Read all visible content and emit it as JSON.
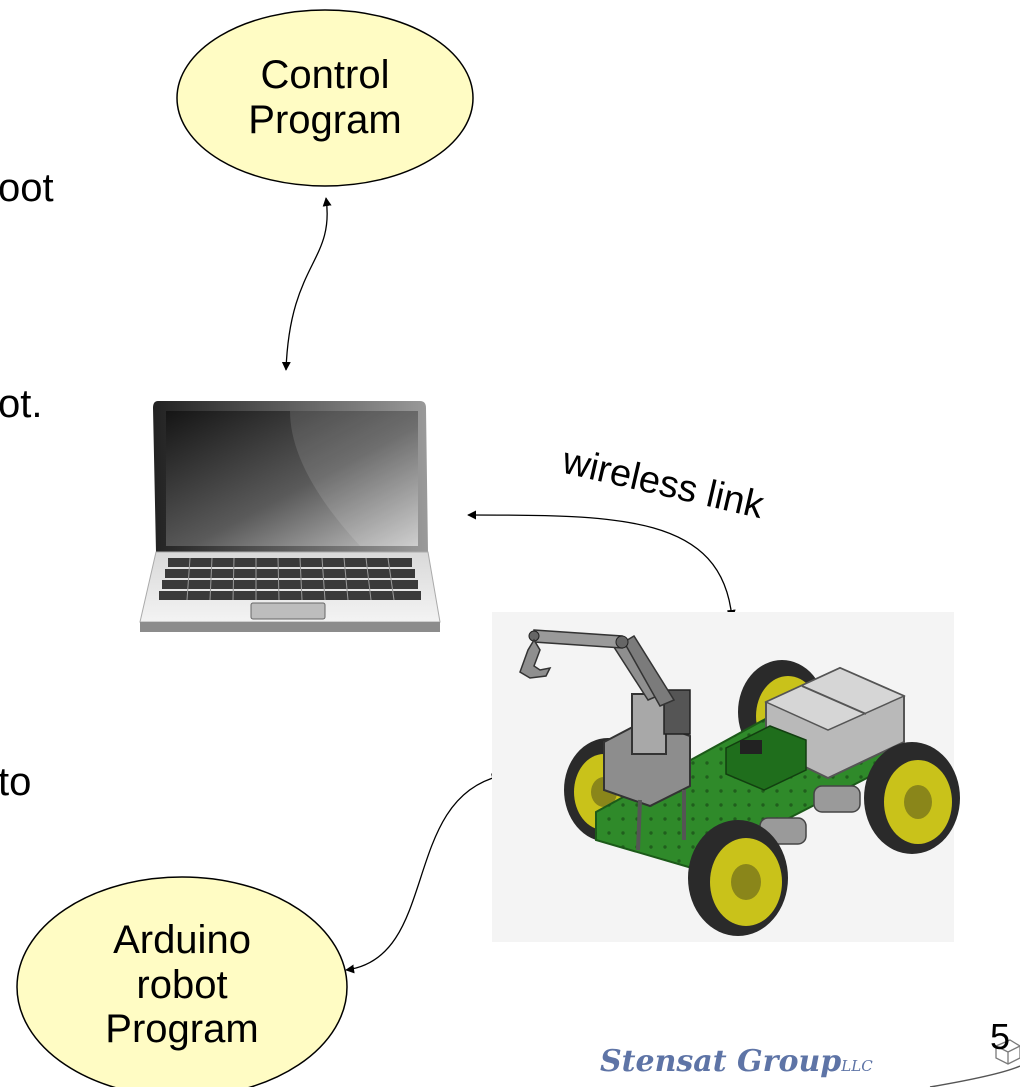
{
  "fragments": {
    "line1": "oot",
    "line2": "ot.",
    "line3": "to"
  },
  "nodes": {
    "control_program": [
      "Control",
      "Program"
    ],
    "arduino_program": [
      "Arduino",
      "robot",
      "Program"
    ]
  },
  "edges": {
    "wireless_link": "wireless link"
  },
  "footer": {
    "page_number": "5",
    "logo_name": "Stensat Group",
    "logo_suffix": "LLC"
  },
  "colors": {
    "ellipse_fill": "#fffcc4",
    "board_green": "#2f8a2a",
    "wheel_yellow": "#c9c21a",
    "logo_blue": "#5e74a6"
  }
}
